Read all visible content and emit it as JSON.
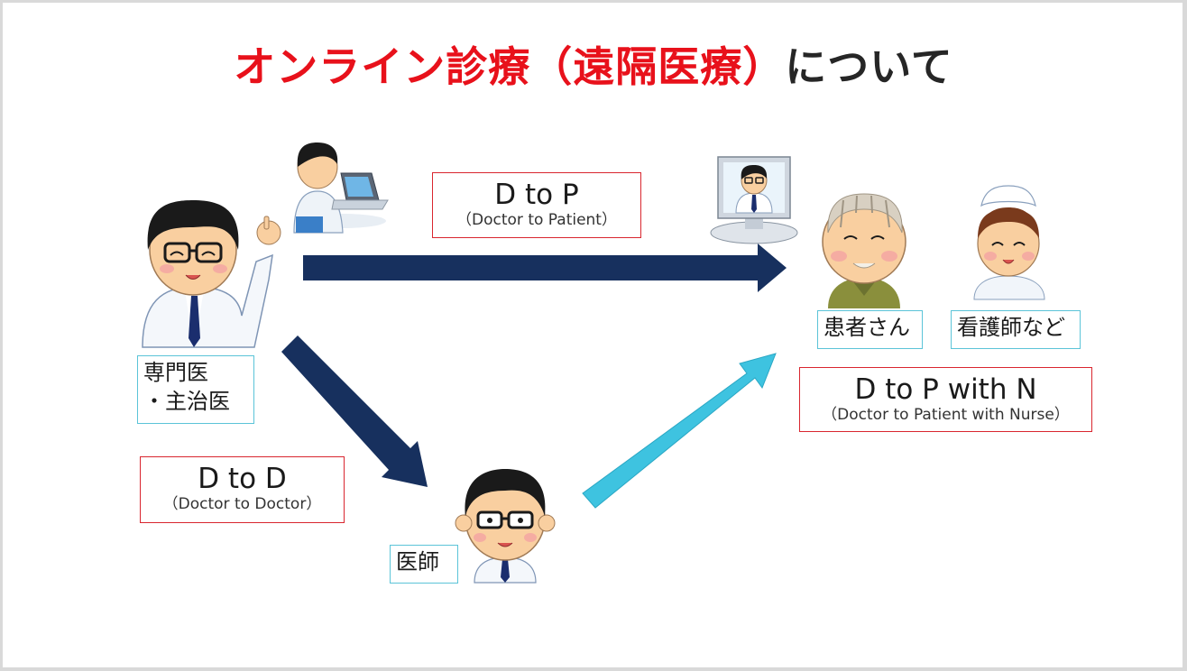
{
  "title": {
    "red_part": "オンライン診療（遠隔医療）",
    "black_part": "について"
  },
  "boxes": {
    "dtop": {
      "main": "D to P",
      "sub": "（Doctor to Patient）"
    },
    "dtod": {
      "main": "D to D",
      "sub": "（Doctor to Doctor）"
    },
    "dtopn": {
      "main": "D to P with N",
      "sub": "（Doctor to Patient with Nurse）"
    }
  },
  "labels": {
    "specialist_line1": "専門医",
    "specialist_line2": "・主治医",
    "doctor": "医師",
    "patient": "患者さん",
    "nurse": "看護師など"
  },
  "colors": {
    "title_red": "#e8111b",
    "arrow_navy": "#17305e",
    "arrow_cyan": "#3ec3e0",
    "box_red": "#d9262f",
    "box_cyan": "#5bc4d8"
  },
  "icons": [
    "specialist-doctor-icon",
    "doctor-laptop-icon",
    "video-call-monitor-icon",
    "elderly-patient-icon",
    "nurse-icon",
    "local-doctor-icon"
  ]
}
